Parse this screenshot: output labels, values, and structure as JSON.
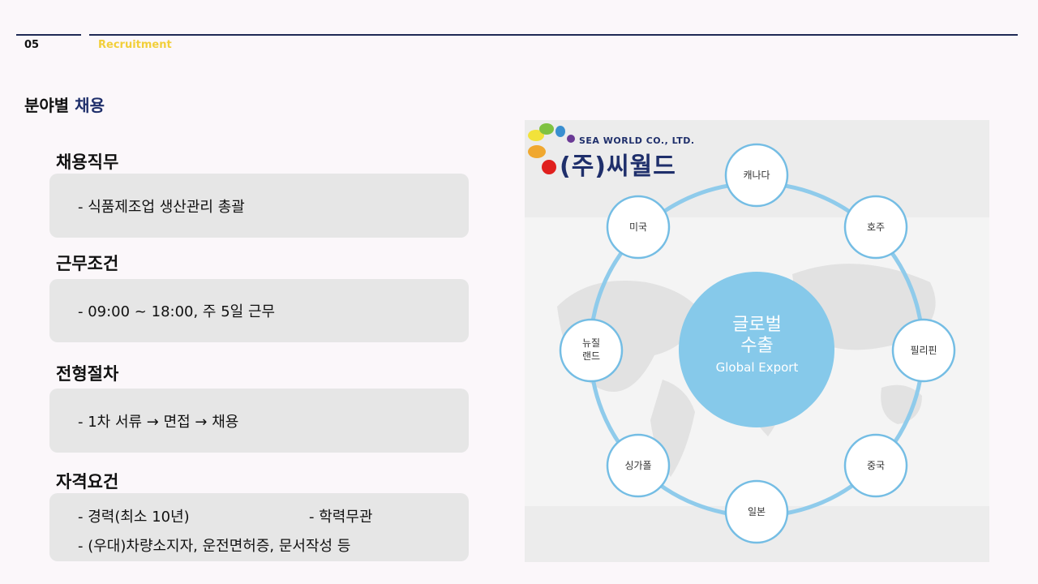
{
  "header": {
    "page_number": "05",
    "section_title": "Recruitment"
  },
  "heading": {
    "prefix": "분야별",
    "accent": "채용"
  },
  "sections": [
    {
      "title": "채용직무",
      "lines": [
        "- 식품제조업  생산관리  총괄"
      ]
    },
    {
      "title": "근무조건",
      "lines": [
        "- 09:00 ~ 18:00, 주 5일 근무"
      ]
    },
    {
      "title": "전형절차",
      "lines": [
        "- 1차 서류  →  면접  →  채용"
      ]
    },
    {
      "title": "자격요건",
      "lines": [
        "- 경력(최소  10년)",
        "- 학력무관",
        "- (우대)차량소지자,  운전면허증,  문서작성  등"
      ]
    }
  ],
  "diagram": {
    "logo_en": "SEA WORLD CO., LTD.",
    "logo_ko": "(주)씨월드",
    "center_ko_1": "글로벌",
    "center_ko_2": "수출",
    "center_en": "Global Export",
    "nodes": {
      "canada": "캐나다",
      "australia": "호주",
      "philippines": "필리핀",
      "china": "중국",
      "japan": "일본",
      "singapore": "싱가폴",
      "newzealand_1": "뉴질",
      "newzealand_2": "랜드",
      "usa": "미국"
    },
    "colors": {
      "ring": "#8fcbeb",
      "center": "#86c9ea",
      "node_border": "#74bde4"
    }
  }
}
